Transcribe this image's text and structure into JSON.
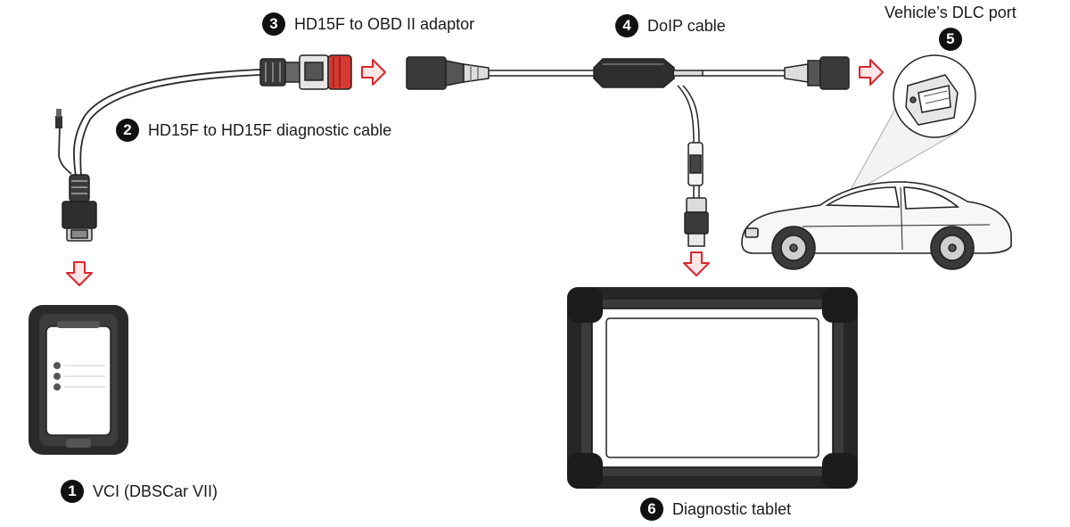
{
  "labels": {
    "vci": {
      "num": "1",
      "text": "VCI (DBSCar VII)"
    },
    "diag_cable": {
      "num": "2",
      "text": "HD15F to HD15F diagnostic cable"
    },
    "obd_adaptor": {
      "num": "3",
      "text": "HD15F to OBD II adaptor"
    },
    "doip_cable": {
      "num": "4",
      "text": "DoIP cable"
    },
    "dlc_port": {
      "num": "5",
      "text": "Vehicle’s DLC port"
    },
    "tablet": {
      "num": "6",
      "text": "Diagnostic tablet"
    }
  },
  "colors": {
    "arrow_red": "#d9262c",
    "connector_red": "#d63a32",
    "line": "#222222",
    "device_dark": "#2a2a2a"
  }
}
